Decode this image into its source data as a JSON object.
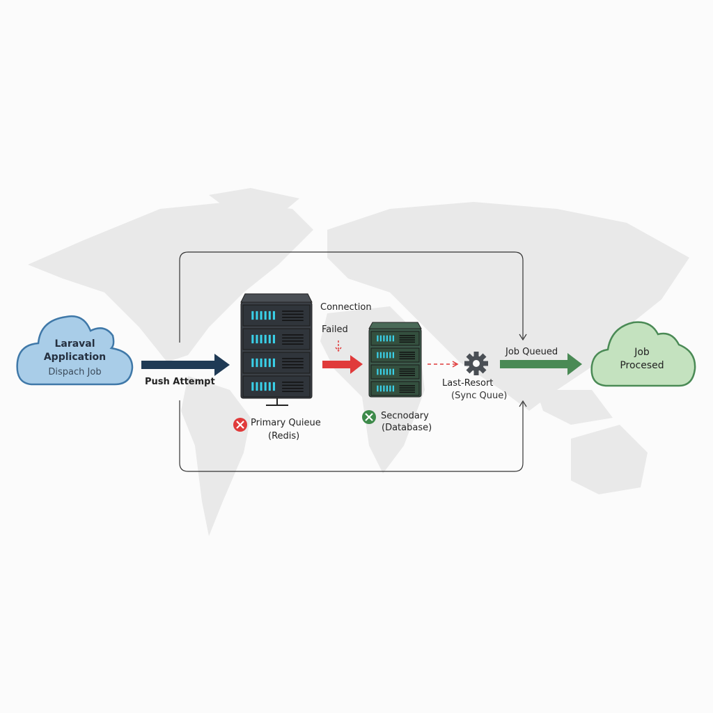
{
  "source": {
    "title_line1": "Laraval",
    "title_line2": "Application",
    "subtitle": "Dispach Job"
  },
  "push_label": "Push Attempt",
  "primary": {
    "name": "Primary Quieue",
    "sub": "(Redis)",
    "status": "failed",
    "color": "#e03a3a"
  },
  "failure": {
    "line1": "Connection",
    "line2": "Failed"
  },
  "secondary": {
    "name": "Secnodary",
    "sub": "(Database)",
    "status": "failed",
    "color": "#3d8a4a"
  },
  "last_resort": {
    "name": "Last-Resort",
    "sub": "(Sync Quue)"
  },
  "queued_label": "Job Queued",
  "result": {
    "line1": "Job",
    "line2": "Procesed"
  },
  "colors": {
    "push_arrow": "#1f3a55",
    "fail_arrow": "#e03a3a",
    "success_arrow": "#4a8a55",
    "source_cloud": "#a9cde8",
    "result_cloud": "#c4e2bf"
  }
}
